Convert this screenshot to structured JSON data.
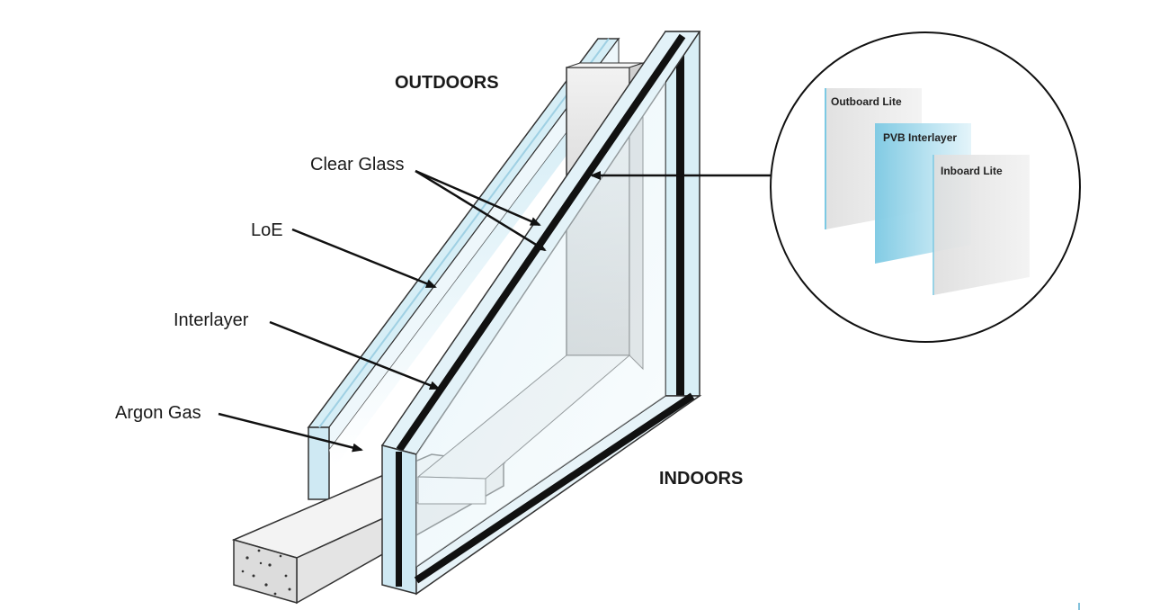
{
  "labels": {
    "outdoors": "OUTDOORS",
    "indoors": "INDOORS",
    "clear_glass": "Clear Glass",
    "loe": "LoE",
    "interlayer": "Interlayer",
    "argon_gas": "Argon Gas"
  },
  "inset": {
    "outboard_lite": "Outboard Lite",
    "pvb_interlayer": "PVB Interlayer",
    "inboard_lite": "Inboard Lite"
  },
  "colors": {
    "glass_tint": "#cfe9f3",
    "pvb_blue": "#7fcde6",
    "frame_dark": "#111111",
    "spacer_gray": "#e6e6e6"
  }
}
